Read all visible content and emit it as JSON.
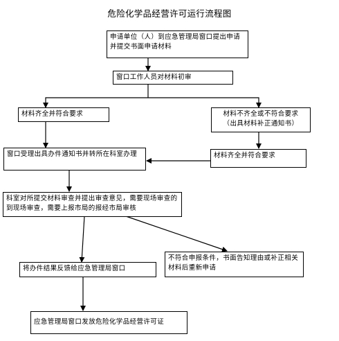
{
  "title": "危险化学品经营许可运行流程图",
  "boxes": {
    "apply": "申请单位（人）到应急管理局窗口提出申请并提交书面申请材料",
    "first_review": "窗口工作人员对材料初审",
    "complete": "材料齐全并符合要求",
    "incomplete_line1": "材料不齐全或不符合要求",
    "incomplete_line2": "（出具材料补正通知书）",
    "resubmit_complete": "材料齐全并符合要求",
    "accept": "窗口受理出具办件通知书并转所在科室办理",
    "section_review": "科室对所提交材料审查并提出审查意见，需要现场审查的到现场审查，需要上报市局的报经市局审核",
    "reject": "不符合申报条件，书面告知理由或补正相关材料后重新申请",
    "feedback": "将办件结果反馈给应急管理局窗口",
    "issue": "应急管理局窗口发放危险化学品经营许可证"
  }
}
